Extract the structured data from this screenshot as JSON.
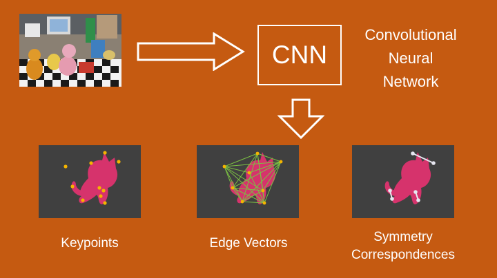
{
  "colors": {
    "background": "#c55a11",
    "panel": "#404040",
    "object": "#d6336c",
    "keypoint": "#f5b400",
    "edge": "#7bc043",
    "symmetry": "#e6e6f0"
  },
  "cnn": {
    "label": "CNN",
    "description_lines": [
      "Convolutional",
      "Neural",
      "Network"
    ]
  },
  "outputs": [
    {
      "caption_lines": [
        "Keypoints"
      ]
    },
    {
      "caption_lines": [
        "Edge Vectors"
      ]
    },
    {
      "caption_lines": [
        "Symmetry",
        "Correspondences"
      ]
    }
  ]
}
